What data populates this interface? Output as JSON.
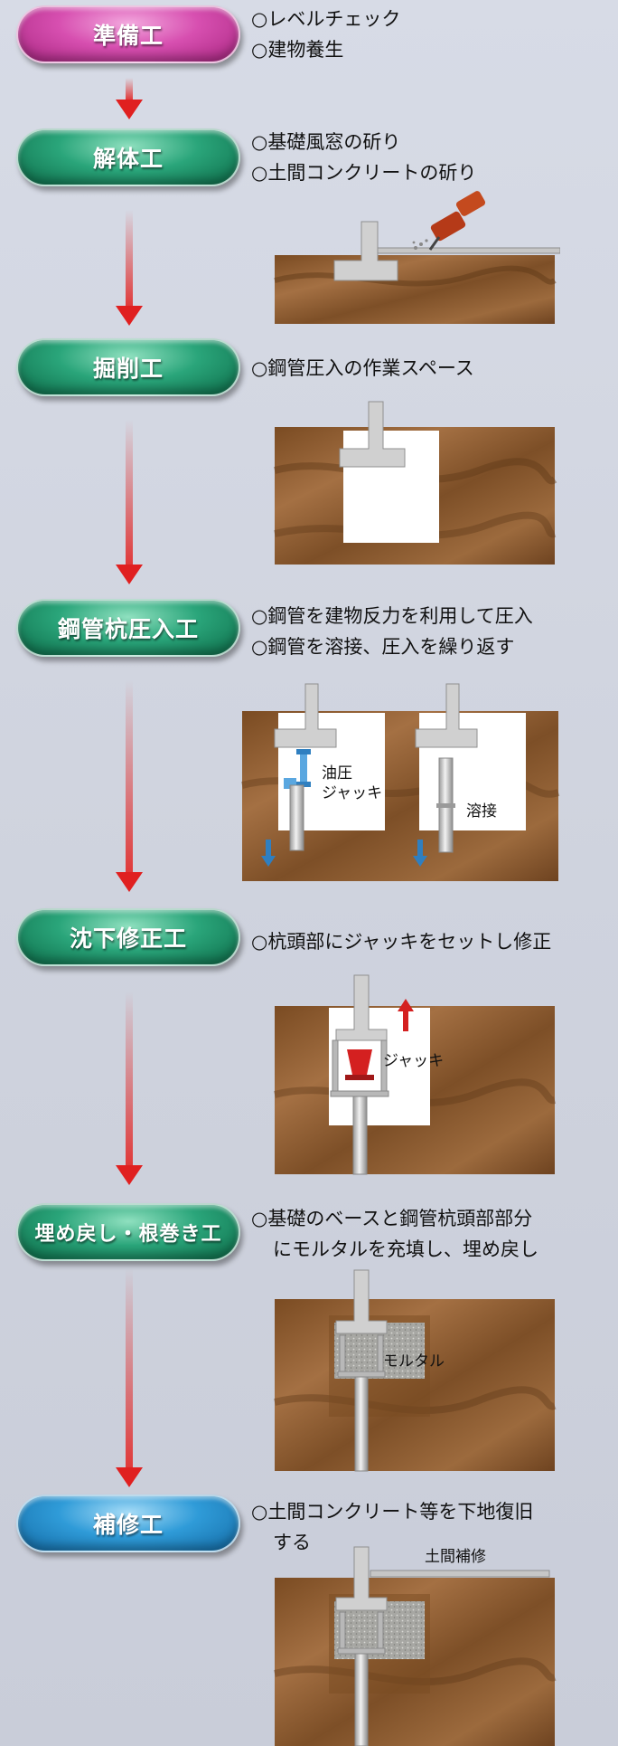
{
  "steps": [
    {
      "title": "準備工",
      "lines": [
        "○レベルチェック",
        "○建物養生"
      ]
    },
    {
      "title": "解体工",
      "lines": [
        "○基礎風窓の斫り",
        "○土間コンクリートの斫り"
      ]
    },
    {
      "title": "掘削工",
      "lines": [
        "○鋼管圧入の作業スペース"
      ]
    },
    {
      "title": "鋼管杭圧入工",
      "lines": [
        "○鋼管を建物反力を利用して圧入",
        "○鋼管を溶接、圧入を繰り返す"
      ]
    },
    {
      "title": "沈下修正工",
      "lines": [
        "○杭頭部にジャッキをセットし修正"
      ]
    },
    {
      "title": "埋め戻し・根巻き工",
      "lines": [
        "○基礎のベースと鋼管杭頭部部分",
        "にモルタルを充填し、埋め戻し"
      ]
    },
    {
      "title": "補修工",
      "lines": [
        "○土間コンクリート等を下地復旧",
        "する"
      ]
    }
  ],
  "figure_labels": {
    "oil_jack": [
      "油圧",
      "ジャッキ"
    ],
    "welding": "溶接",
    "jack": "ジャッキ",
    "mortar": "モルタル",
    "floor_repair": "土間補修"
  },
  "colors": {
    "soil": "#8a5a2e",
    "concrete": "#c9c9c9",
    "arrow": "#e02020",
    "pink": "#d74fb0",
    "green": "#2aa57a",
    "blue": "#2f9bd8"
  }
}
